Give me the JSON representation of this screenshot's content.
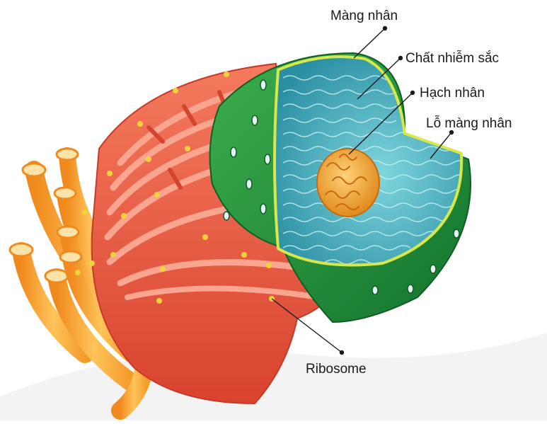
{
  "labels": {
    "nuclear_envelope": "Màng nhân",
    "chromatin": "Chất nhiễm sắc",
    "nucleolus": "Hạch nhân",
    "nuclear_pore": "Lỗ màng nhân",
    "ribosome": "Ribosome"
  },
  "colors": {
    "envelope_outer": "#1f8f3a",
    "envelope_rim": "#d6e84a",
    "nucleoplasm": "#3fb3c4",
    "nucleolus": "#f0a336",
    "rough_er": "#e8614a",
    "smooth_er": "#f4a93a",
    "ribosome": "#f2d23a"
  }
}
